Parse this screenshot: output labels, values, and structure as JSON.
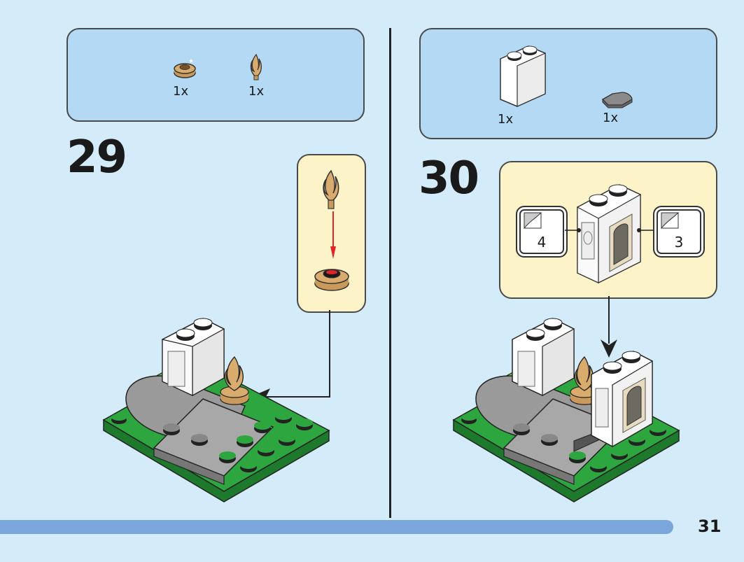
{
  "steps": [
    {
      "number": "29",
      "parts": [
        {
          "icon": "round-plate-tan-icon",
          "qty": "1x"
        },
        {
          "icon": "flame-piece-icon",
          "qty": "1x"
        }
      ]
    },
    {
      "number": "30",
      "parts": [
        {
          "icon": "white-brick-icon",
          "qty": "1x"
        },
        {
          "icon": "grey-tile-icon",
          "qty": "1x"
        }
      ],
      "stickers": [
        "4",
        "3"
      ]
    }
  ],
  "page_number": "31",
  "colors": {
    "background": "#d4ebfa",
    "parts_box": "#b3d9f5",
    "callout": "#fdf3c9",
    "green_plate": "#2ea640",
    "grey_tile": "#9a9a9a",
    "tan": "#c99a5b",
    "arrow_red": "#e0242a",
    "progress_bar": "#7aa6db"
  }
}
